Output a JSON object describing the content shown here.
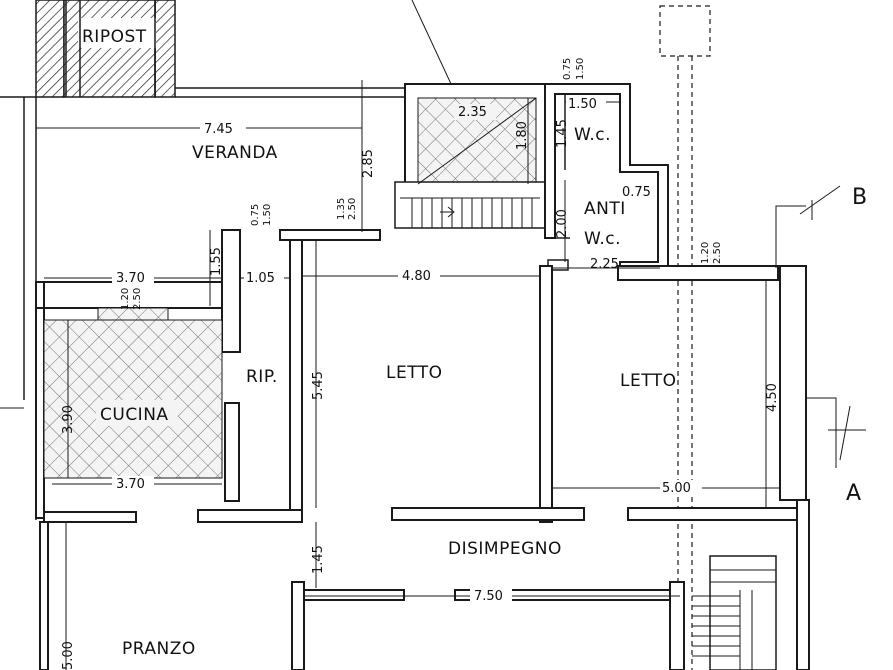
{
  "rooms": {
    "ripost": "RIPOST",
    "veranda": "VERANDA",
    "wc": "W.c.",
    "anti": "ANTI",
    "anti_wc": "W.c.",
    "letto_1": "LETTO",
    "letto_2": "LETTO",
    "rip": "RIP.",
    "cucina": "CUCINA",
    "disimpegno": "DISIMPEGNO",
    "pranzo": "PRANZO"
  },
  "dimensions": {
    "veranda_width": "7.45",
    "veranda_depth": "2.85",
    "stair_width": "2.35",
    "stair_depth": "1.80",
    "wc_width": "1.50",
    "wc_depth": "1.45",
    "wc_window_top": "0.75",
    "wc_window_bottom": "1.50",
    "anti_side": "0.75",
    "anti_depth": "2.00",
    "anti_width": "2.25",
    "cucina_top": "3.70",
    "cucina_side": "1.55",
    "cucina_height": "3.90",
    "cucina_bottom": "3.70",
    "rip_width": "1.05",
    "letto1_width": "4.80",
    "letto1_depth": "5.45",
    "letto2_width": "5.00",
    "letto2_depth": "4.50",
    "disimpegno_depth": "1.45",
    "disimpegno_width": "7.50",
    "pranzo_depth": "5.00",
    "win_a_top": "0.75",
    "win_a_bottom": "1.50",
    "win_b_top": "1.35",
    "win_b_bottom": "2.50",
    "win_c_top": "1.20",
    "win_c_bottom": "2.50",
    "win_d_top": "1.20",
    "win_d_bottom": "2.50"
  },
  "section_marks": {
    "a": "A",
    "b": "B"
  }
}
